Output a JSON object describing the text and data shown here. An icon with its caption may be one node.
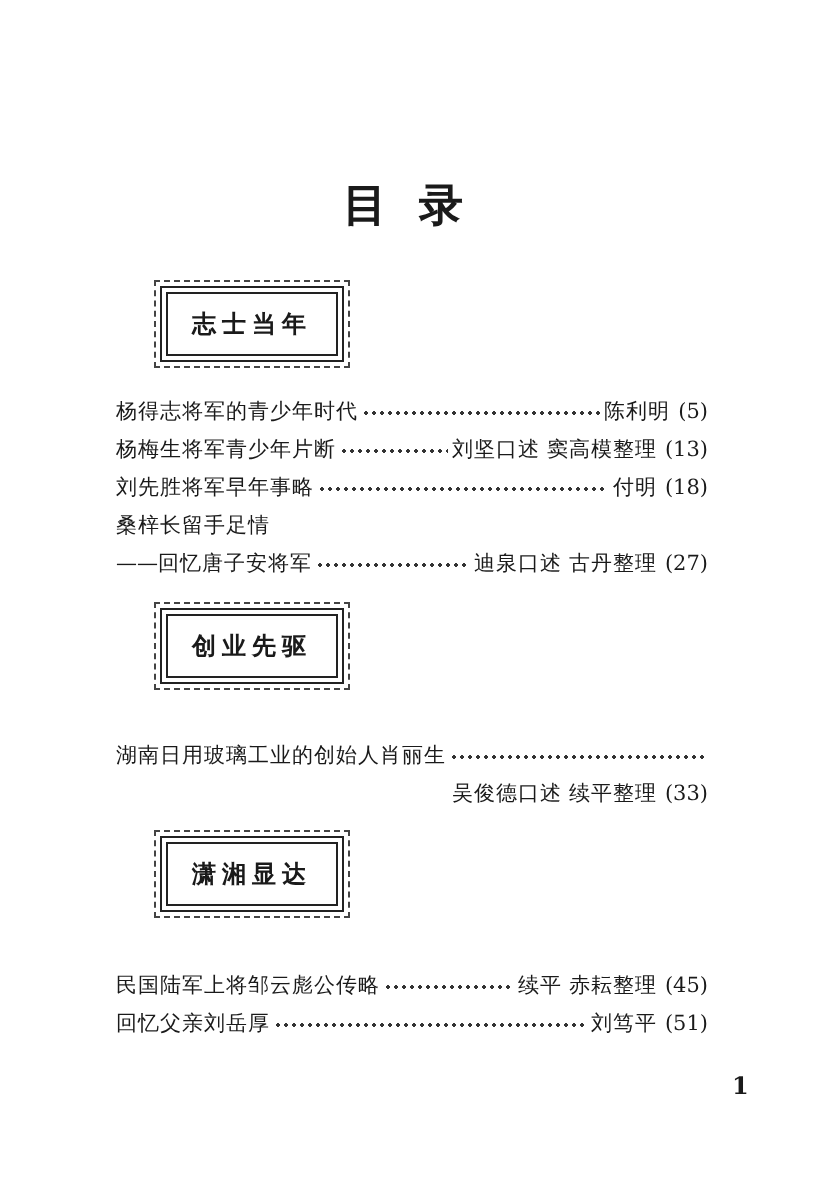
{
  "diagram": {
    "title": "目 录",
    "nodes": [
      {
        "text": [
          "志士当年"
        ]
      },
      {
        "text": [
          "创业先驱"
        ]
      },
      {
        "text": [
          "潇湘显达"
        ]
      }
    ],
    "labels": [
      "杨得志将军的青少年时代",
      "陈利明",
      "(5)",
      "杨梅生将军青少年片断",
      "刘坚口述 窦高模整理",
      "(13)",
      "刘先胜将军早年事略",
      "付明",
      "(18)",
      "桑梓长留手足情",
      "——回忆唐子安将军",
      "迪泉口述 古丹整理",
      "(27)",
      "湖南日用玻璃工业的创始人肖丽生",
      "吴俊德口述 续平整理",
      "(33)",
      "民国陆军上将邹云彪公传略",
      "续平 赤耘整理",
      "(45)",
      "回忆父亲刘岳厚",
      "刘笃平",
      "(51)",
      "1"
    ]
  }
}
